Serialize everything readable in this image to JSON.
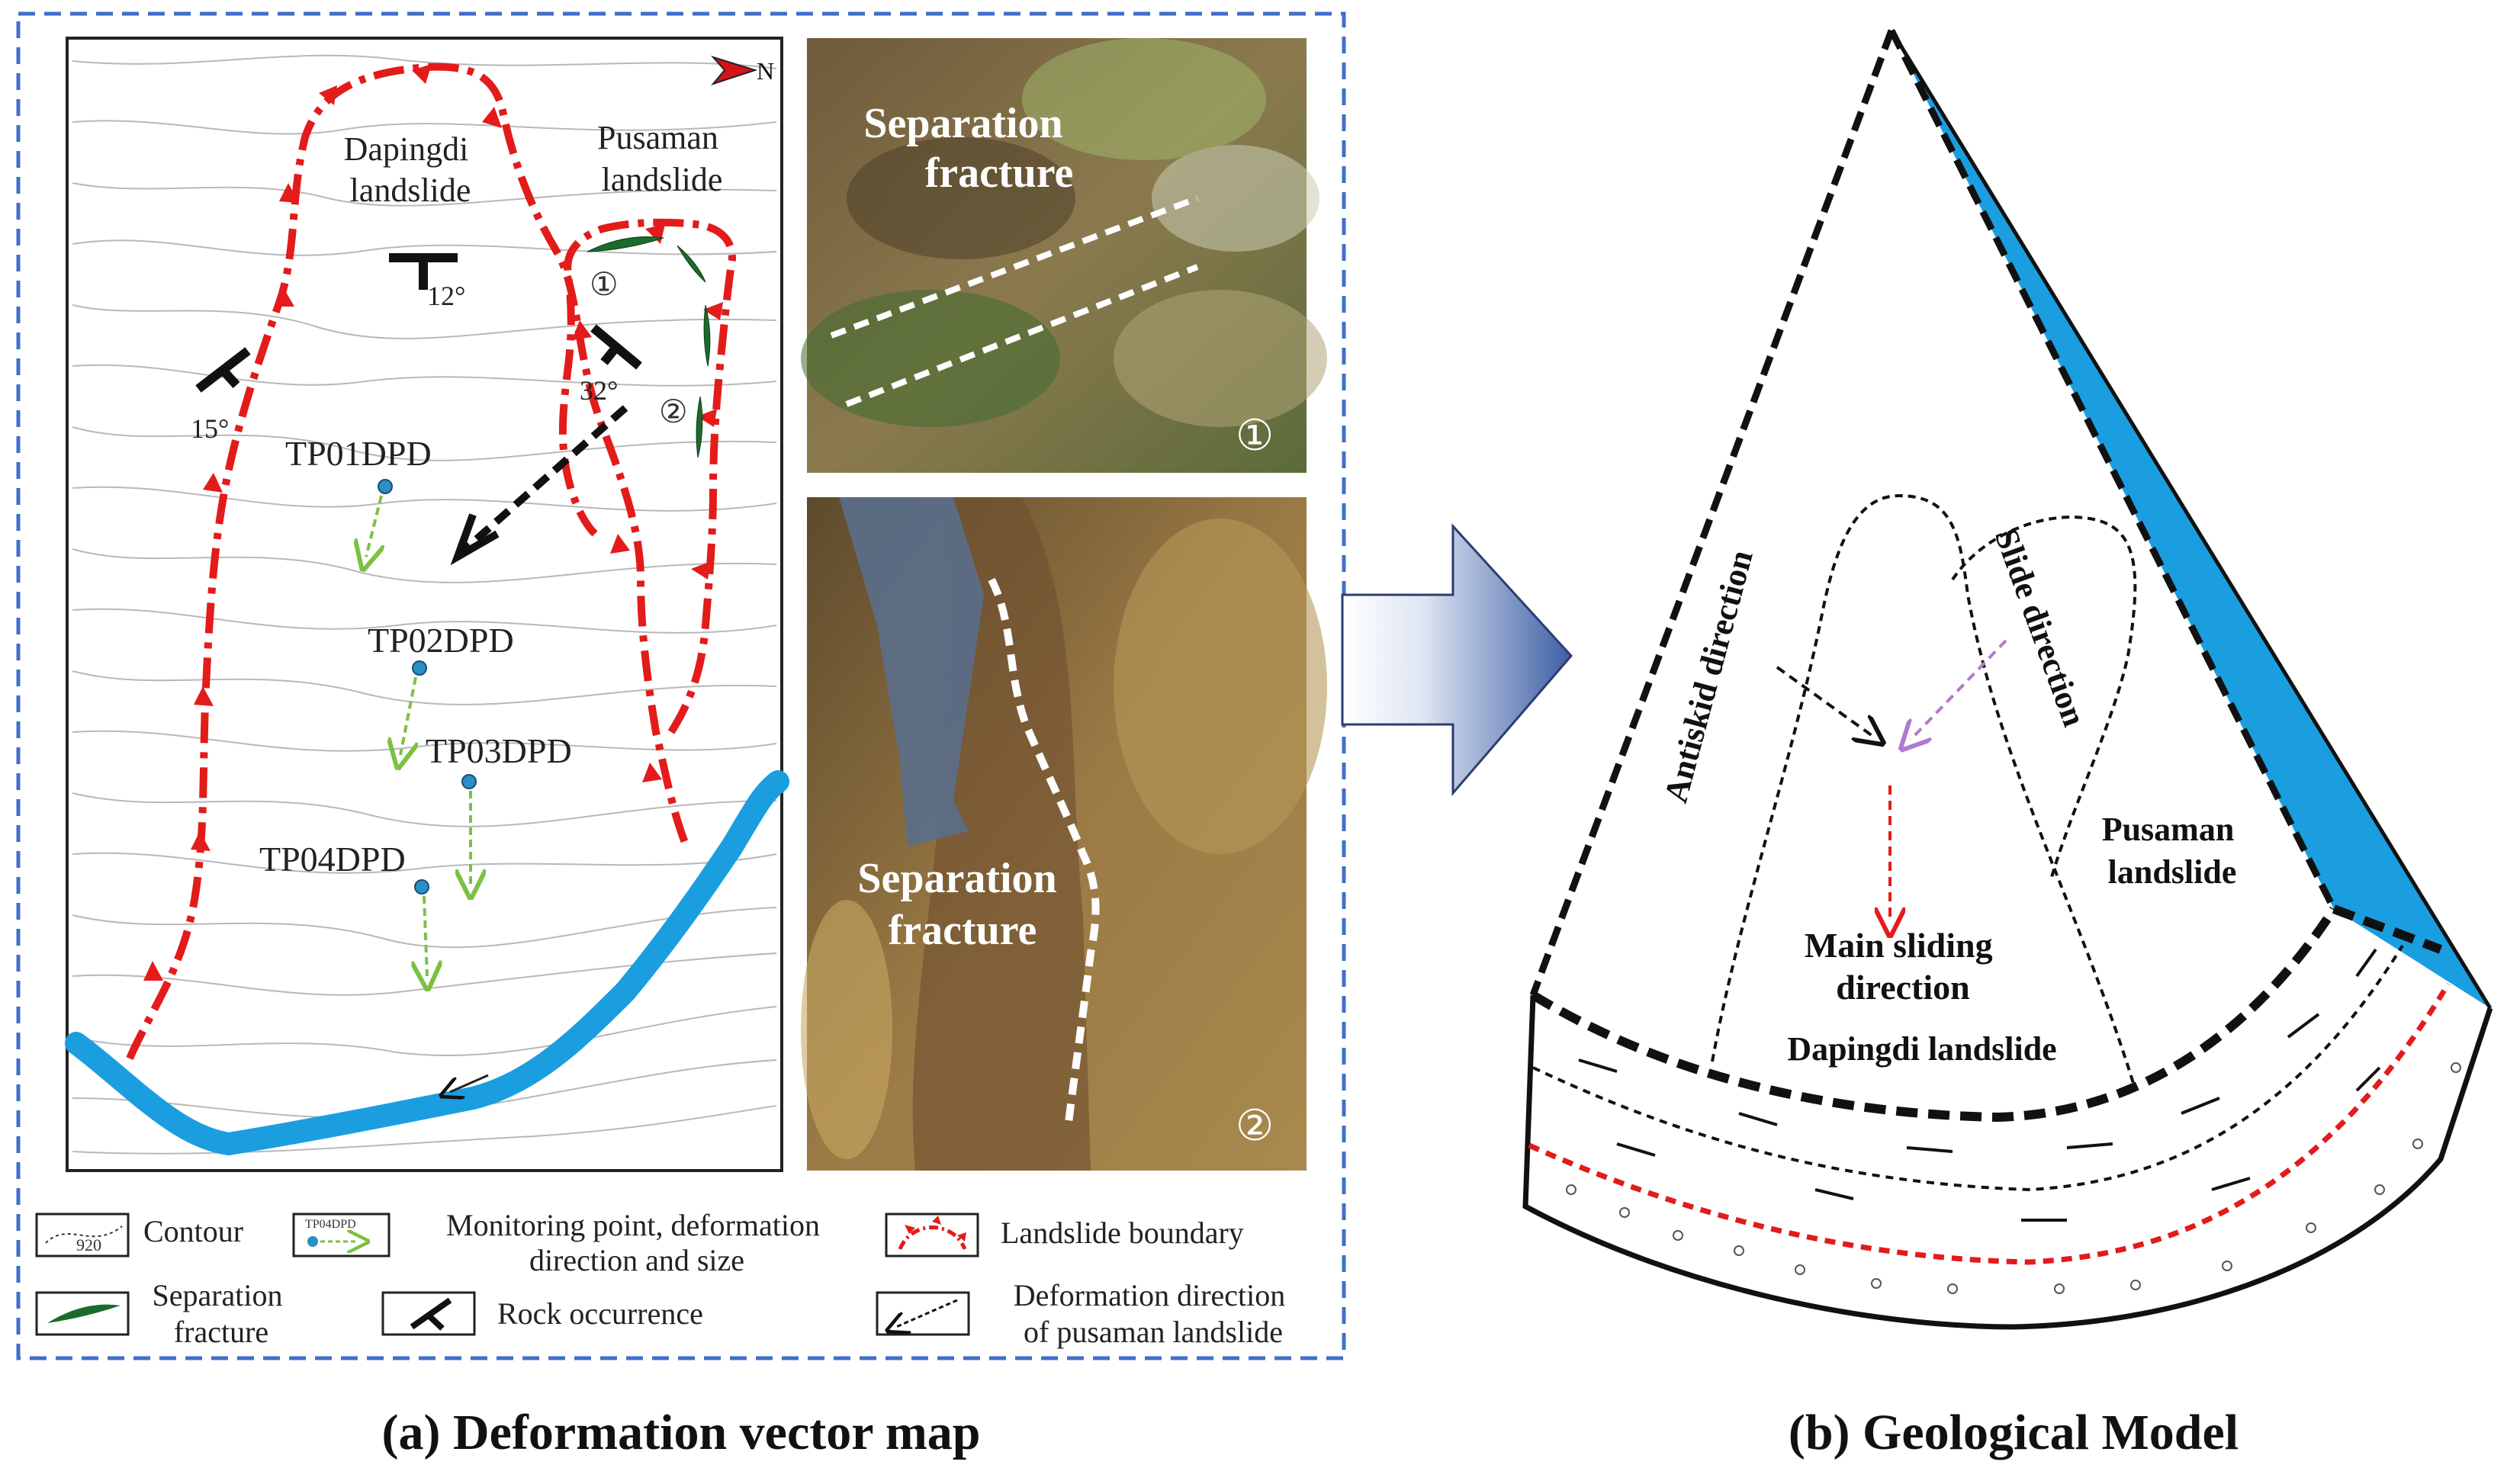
{
  "panel_a": {
    "north": "N",
    "landslides": {
      "dapingdi": [
        "Dapingdi",
        "landslide"
      ],
      "pusaman": [
        "Pusaman",
        "landslide"
      ]
    },
    "dips": {
      "d1": "12°",
      "d2": "32°",
      "d3": "15°"
    },
    "fracture_markers": {
      "m1": "①",
      "m2": "②"
    },
    "monitoring_points": [
      "TP01DPD",
      "TP02DPD",
      "TP03DPD",
      "TP04DPD"
    ],
    "contour_value": "920",
    "photos": [
      {
        "label": [
          "Separation",
          "fracture"
        ],
        "marker": "①"
      },
      {
        "label": [
          "Separation",
          "fracture"
        ],
        "marker": "②"
      }
    ],
    "legend": {
      "contour": "Contour",
      "monitoring_icon": "TP04DPD",
      "monitoring": [
        "Monitoring point, deformation",
        "direction and size"
      ],
      "boundary": "Landslide boundary",
      "separation": [
        "Separation",
        "fracture"
      ],
      "rock": "Rock occurrence",
      "deformation": [
        "Deformation direction",
        "of pusaman landslide"
      ]
    },
    "caption": "(a) Deformation vector map"
  },
  "panel_b": {
    "antiskid": "Antiskid direction",
    "slide": "Slide direction",
    "pusaman": [
      "Pusaman",
      "landslide"
    ],
    "main_sliding": [
      "Main sliding",
      "direction"
    ],
    "dapingdi": "Dapingdi landslide",
    "caption": "(b) Geological Model"
  },
  "colors": {
    "boundary_red": "#e31b1b",
    "river_blue": "#1a9ee0",
    "frame_blue": "#3f6fc8",
    "arrow_green": "#7bc142",
    "point_blue": "#2a8fc4",
    "fracture_green": "#1c6b2c",
    "purple": "#b07ad0",
    "arrow_fill": "#3e5fa6"
  }
}
